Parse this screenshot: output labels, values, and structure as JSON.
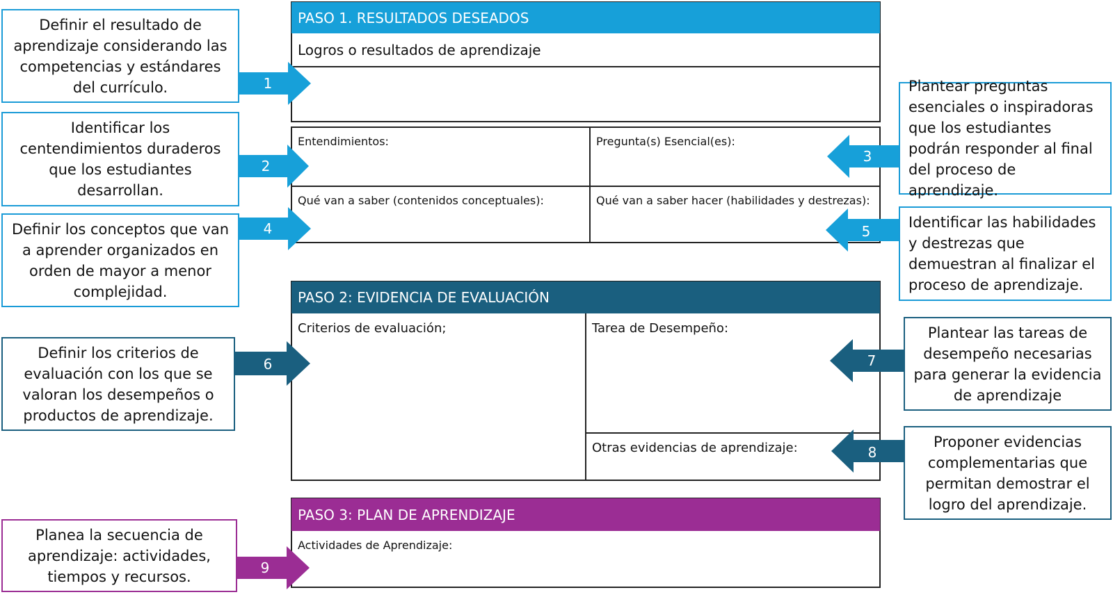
{
  "colors": {
    "step1": "#17a0d9",
    "step2": "#1a5f7f",
    "step3": "#9b2d94",
    "border": "#222222"
  },
  "step1": {
    "header": "PASO 1. RESULTADOS DESEADOS",
    "logros": "Logros o resultados de aprendizaje",
    "entendimientos": "Entendimientos:",
    "preguntas": "Pregunta(s) Esencial(es):",
    "saber": "Qué van a saber (contenidos conceptuales):",
    "saber_hacer": "Qué van a saber hacer (habilidades y destrezas):"
  },
  "step2": {
    "header": "PASO 2: EVIDENCIA DE EVALUACIÓN",
    "criterios": "Criterios de evaluación;",
    "tarea": "Tarea de Desempeño:",
    "otras": "Otras evidencias de aprendizaje:"
  },
  "step3": {
    "header": "PASO 3: PLAN DE APRENDIZAJE",
    "actividades": "Actividades de Aprendizaje:"
  },
  "notes": {
    "n1": "Definir  el resultado de aprendizaje  considerando las competencias y estándares del currículo.",
    "n2": "Identificar los centendimientos duraderos que los estudiantes desarrollan.",
    "n3": "Plantear preguntas esenciales o inspiradoras que los estudiantes podrán responder al final del proceso de aprendizaje.",
    "n4": "Definir los conceptos que van a aprender  organizados en orden de mayor a menor complejidad.",
    "n5": "Identificar las habilidades y destrezas que demuestran al finalizar el proceso de aprendizaje.",
    "n6": "Definir los criterios de evaluación con los que se valoran los desempeños o productos de aprendizaje.",
    "n7": "Plantear las tareas de desempeño  necesarias para generar la evidencia de aprendizaje",
    "n8": "Proponer evidencias complementarias que permitan demostrar el logro del aprendizaje.",
    "n9": "Planea la secuencia de aprendizaje: actividades, tiempos y recursos."
  },
  "arrows": {
    "a1": "1",
    "a2": "2",
    "a3": "3",
    "a4": "4",
    "a5": "5",
    "a6": "6",
    "a7": "7",
    "a8": "8",
    "a9": "9"
  }
}
